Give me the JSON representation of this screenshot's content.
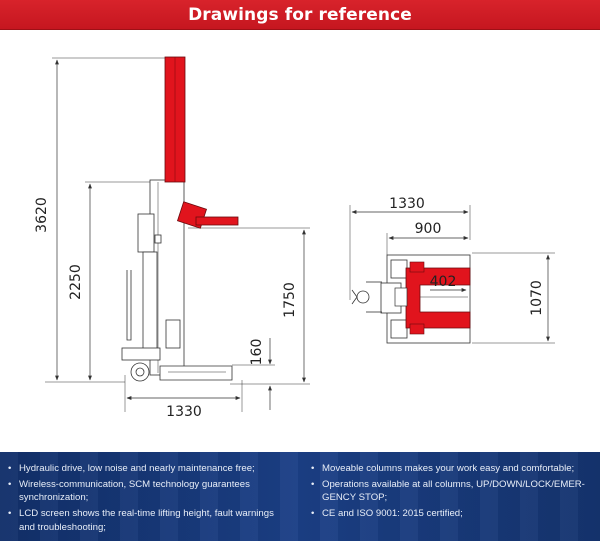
{
  "header": {
    "title": "Drawings for reference"
  },
  "drawing": {
    "side_view": {
      "dim_total_height": "3620",
      "dim_raised_height": "2250",
      "dim_lift_height": "1750",
      "dim_min_height": "160",
      "dim_base_length": "1330"
    },
    "top_view": {
      "dim_overall_width": "1330",
      "dim_inner_width": "900",
      "dim_fork_gap": "402",
      "dim_depth": "1070"
    },
    "colors": {
      "lift_red": "#e1141d",
      "line": "#333333",
      "accent": "#d8232b",
      "footer_blue": "#1b3f86"
    }
  },
  "features": {
    "left": [
      "Hydraulic drive, low noise and nearly maintenance free;",
      "Wireless-communication, SCM technology guarantees synchronization;",
      "LCD screen shows the real-time lifting height, fault warnings and troubleshooting;"
    ],
    "right": [
      "Moveable columns makes your work easy and comfortable;",
      "Operations available at all columns, UP/DOWN/LOCK/EMER-GENCY STOP;",
      "CE and ISO 9001: 2015 certified;"
    ]
  }
}
